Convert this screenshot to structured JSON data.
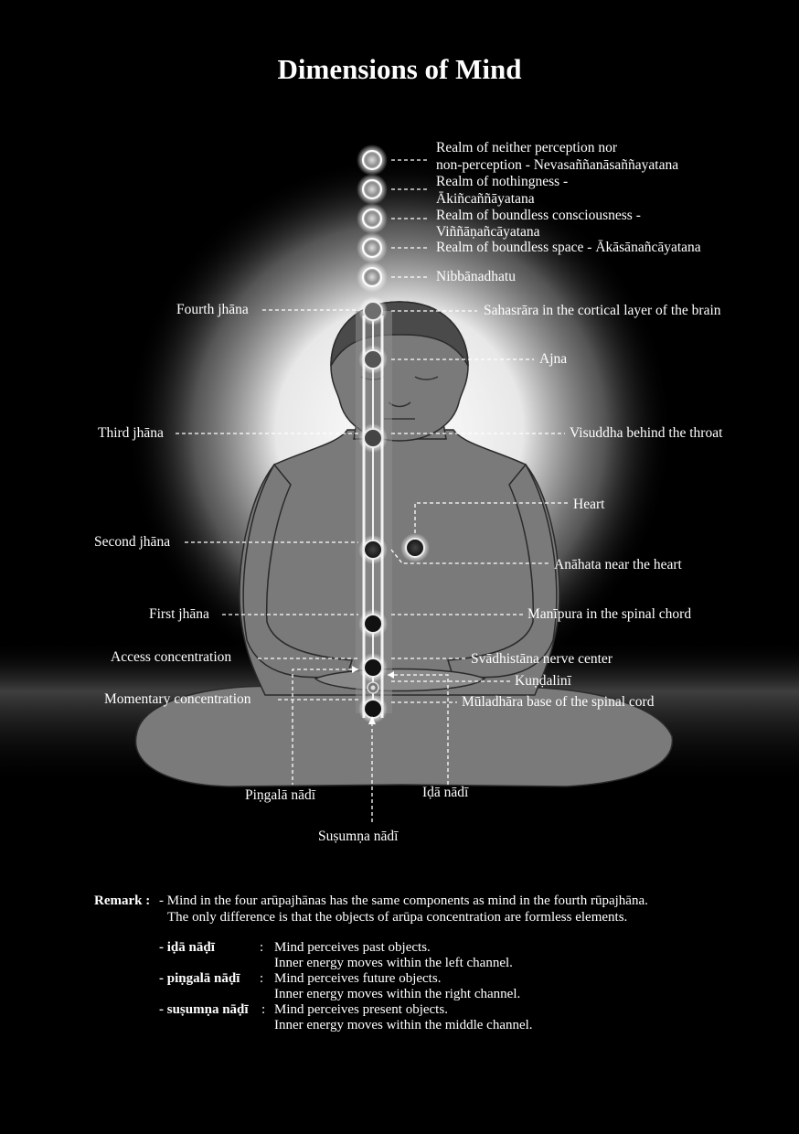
{
  "title": "Dimensions of Mind",
  "right_labels": {
    "r1a": "Realm of neither perception nor",
    "r1b": "non-perception - Nevasaññanāsaññayatana",
    "r2a": "Realm of nothingness -",
    "r2b": "Ākiñcaññāyatana",
    "r3a": "Realm of boundless consciousness -",
    "r3b": "Viññāṇañcāyatana",
    "r4": "Realm of boundless space - Ākāsānañcāyatana",
    "r5": "Nibbānadhatu",
    "r6": "Sahasrāra in the cortical layer of the brain",
    "r7": "Ajna",
    "r8": "Visuddha behind the throat",
    "r9": "Heart",
    "r10": "Anāhata near the heart",
    "r11": "Manīpura in the spinal chord",
    "r12": "Svādhistāna nerve center",
    "r13": "Kuṇḍalinī",
    "r14": "Mūladhāra base of the spinal cord"
  },
  "left_labels": {
    "l1": "Fourth jhāna",
    "l2": "Third jhāna",
    "l3": "Second jhāna",
    "l4": "First jhāna",
    "l5": "Access concentration",
    "l6": "Momentary concentration"
  },
  "bottom_labels": {
    "pingala": "Piṇgalā nādī",
    "ida": "Iḍā nādī",
    "susumna": "Suṣumṇa nādī"
  },
  "remark": {
    "head": "Remark :",
    "line1": "- Mind in the four arūpajhānas has the same components as mind in the fourth rūpajhāna.",
    "line2": "The only difference is that the objects of arūpa concentration are formless elements.",
    "items": [
      {
        "name": "- iḍā nāḍī",
        "sep": ":",
        "a": "Mind perceives past objects.",
        "b": "Inner energy moves within the left channel."
      },
      {
        "name": "- piṇgalā nāḍī",
        "sep": ":",
        "a": "Mind perceives future objects.",
        "b": "Inner energy moves within the right channel."
      },
      {
        "name": "- suṣumṇa nāḍī",
        "sep": ":",
        "a": "Mind perceives present objects.",
        "b": "Inner energy moves within the middle channel."
      }
    ]
  },
  "colors": {
    "background": "#000000",
    "halo": "#ffffff",
    "body": "#7a7a7a",
    "chakra_dark": "#151515",
    "chakra_glow": "#ffffff"
  }
}
